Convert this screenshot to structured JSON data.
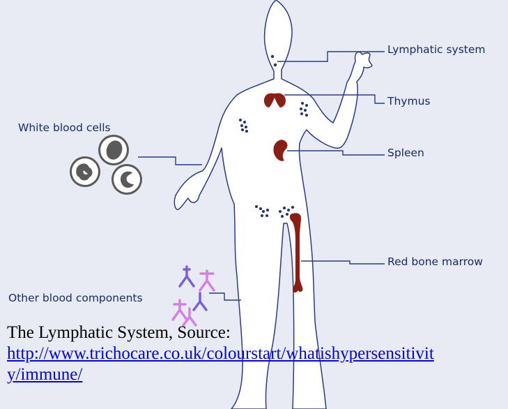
{
  "labels": {
    "lymphatic_system": "Lymphatic system",
    "thymus": "Thymus",
    "spleen": "Spleen",
    "red_bone_marrow": "Red bone marrow",
    "white_blood_cells": "White blood cells",
    "other_blood_components": "Other blood components"
  },
  "caption": {
    "text": "The Lymphatic System, Source:",
    "link": "http://www.trichocare.co.uk/colourstart/whatishypersensitivity/immune/"
  },
  "colors": {
    "background": "#e8ebf4",
    "body_fill": "#ffffff",
    "outline": "#2c3a84",
    "organ": "#8b1e14",
    "lymph_dots": "#23307a",
    "antibody_purple": "#7a5fd8",
    "antibody_pink": "#d67ee8",
    "cell_fill": "#595959"
  }
}
